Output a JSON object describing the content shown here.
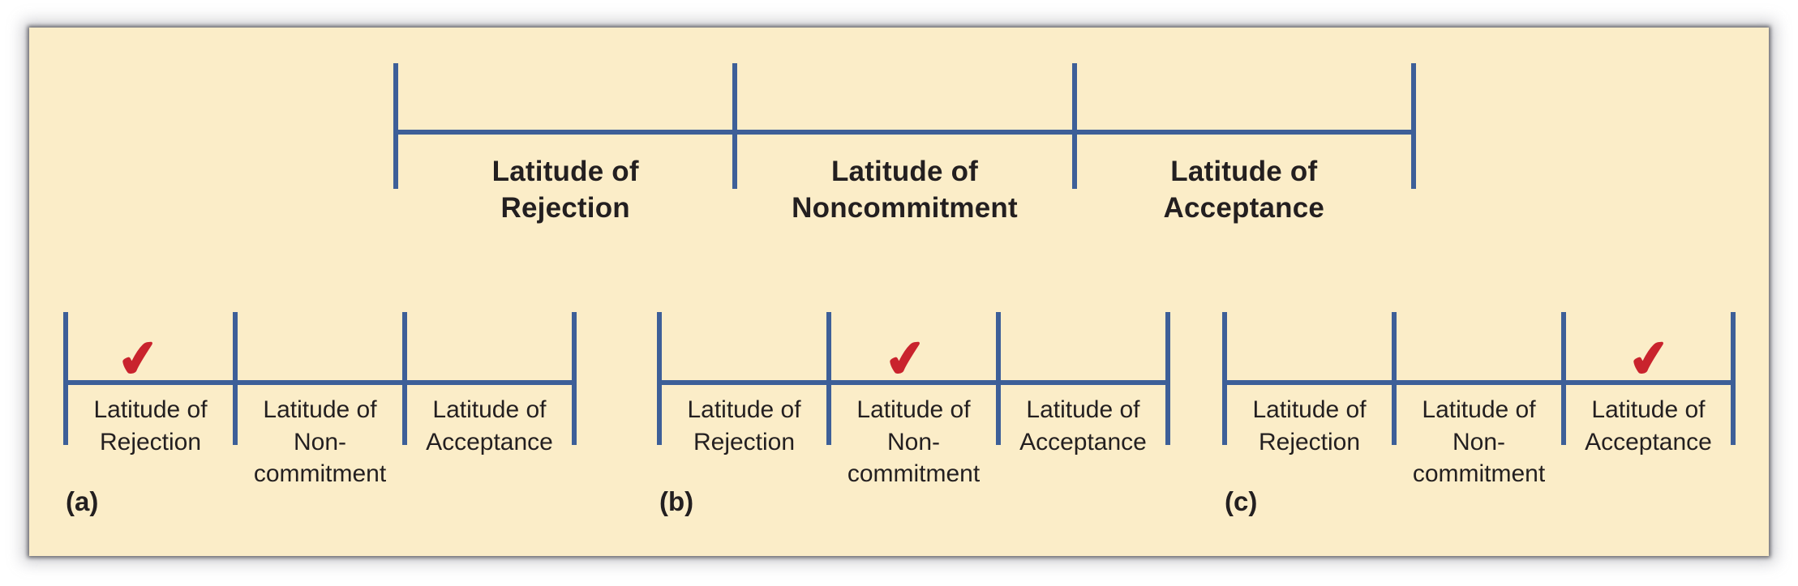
{
  "figure": {
    "description": "Latitudes of rejection, noncommitment, and acceptance scales",
    "colors": {
      "bg": "#ffffff",
      "panel": "#FBEDC8",
      "line": "#3D5F98",
      "text": "#231F20",
      "check": "#C9232D"
    },
    "check_icon": "✔"
  },
  "top_scale": {
    "segments": [
      {
        "label": "Latitude of\nRejection"
      },
      {
        "label": "Latitude of\nNoncommitment"
      },
      {
        "label": "Latitude of\nAcceptance"
      }
    ]
  },
  "bottom_scales": [
    {
      "caption": "(a)",
      "checked_segment": 0,
      "segments": [
        {
          "label": "Latitude of\nRejection"
        },
        {
          "label": "Latitude of\nNon-\ncommitment"
        },
        {
          "label": "Latitude of\nAcceptance"
        }
      ]
    },
    {
      "caption": "(b)",
      "checked_segment": 1,
      "segments": [
        {
          "label": "Latitude of\nRejection"
        },
        {
          "label": "Latitude of\nNon-\ncommitment"
        },
        {
          "label": "Latitude of\nAcceptance"
        }
      ]
    },
    {
      "caption": "(c)",
      "checked_segment": 2,
      "segments": [
        {
          "label": "Latitude of\nRejection"
        },
        {
          "label": "Latitude of\nNon-\ncommitment"
        },
        {
          "label": "Latitude of\nAcceptance"
        }
      ]
    }
  ]
}
